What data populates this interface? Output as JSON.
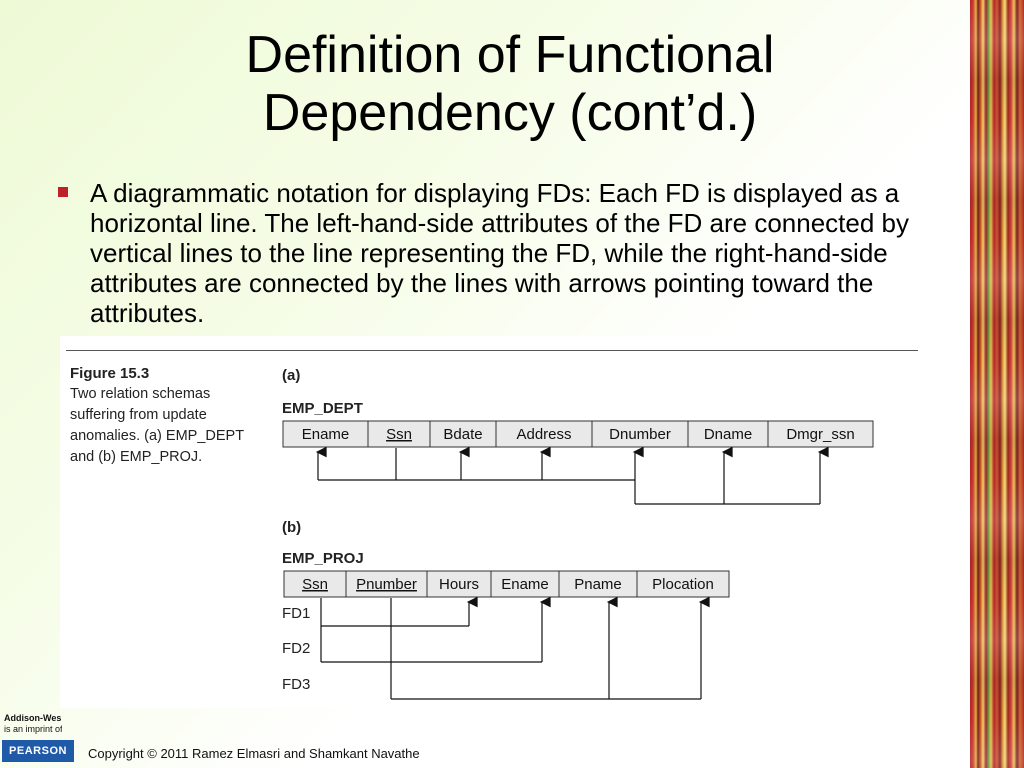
{
  "slide": {
    "title_line1": "Definition of Functional",
    "title_line2": "Dependency (cont’d.)",
    "bullet": "A diagrammatic notation for displaying FDs: Each FD is displayed as a horizontal line. The left-hand-side attributes of the FD are connected by vertical lines to the line representing the FD, while the right-hand-side attributes are connected by the lines with arrows pointing toward the attributes.",
    "accent_color": "#c0202a"
  },
  "figure": {
    "number": "Figure 15.3",
    "caption": "Two relation schemas suffering from update anomalies. (a) EMP_DEPT and (b) EMP_PROJ.",
    "part_a_label": "(a)",
    "part_a_schema": "EMP_DEPT",
    "part_a_attributes": [
      {
        "name": "Ename",
        "key": false
      },
      {
        "name": "Ssn",
        "key": true
      },
      {
        "name": "Bdate",
        "key": false
      },
      {
        "name": "Address",
        "key": false
      },
      {
        "name": "Dnumber",
        "key": false
      },
      {
        "name": "Dname",
        "key": false
      },
      {
        "name": "Dmgr_ssn",
        "key": false
      }
    ],
    "part_b_label": "(b)",
    "part_b_schema": "EMP_PROJ",
    "part_b_attributes": [
      {
        "name": "Ssn",
        "key": true
      },
      {
        "name": "Pnumber",
        "key": true
      },
      {
        "name": "Hours",
        "key": false
      },
      {
        "name": "Ename",
        "key": false
      },
      {
        "name": "Pname",
        "key": false
      },
      {
        "name": "Plocation",
        "key": false
      }
    ],
    "fd_labels": [
      "FD1",
      "FD2",
      "FD3"
    ]
  },
  "footer": {
    "copyright": "Copyright © 2011 Ramez Elmasri and Shamkant Navathe",
    "publisher_line1": "Addison-Wesley",
    "publisher_line2": "is an imprint of",
    "publisher_logo": "PEARSON"
  }
}
